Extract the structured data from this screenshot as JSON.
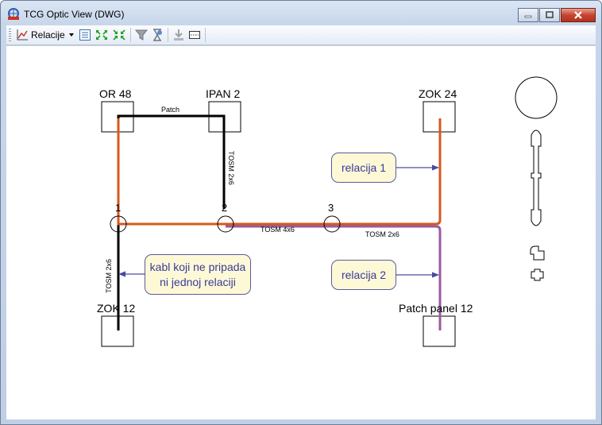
{
  "window": {
    "title": "TCG Optic View (DWG)"
  },
  "toolbar": {
    "relacije_label": "Relacije"
  },
  "diagram": {
    "nodes": {
      "or48": "OR 48",
      "ipan2": "IPAN 2",
      "zok24": "ZOK 24",
      "zok12": "ZOK 12",
      "patch_panel": "Patch panel 12"
    },
    "junctions": {
      "j1": "1",
      "j2": "2",
      "j3": "3"
    },
    "cables": {
      "patch": "Patch",
      "tosm_2x6_top": "TOSM 2x6",
      "tosm_4x6": "TOSM 4x6",
      "tosm_2x6_right": "TOSM 2x6",
      "tosm_2x6_left": "TOSM 2x6"
    },
    "callouts": {
      "relacija1": "relacija 1",
      "relacija2": "relacija 2",
      "kabl_line1": "kabl koji ne pripada",
      "kabl_line2": "ni jednoj relaciji"
    },
    "colors": {
      "relacija1": "#d45a1e",
      "relacija2": "#9b5aa0",
      "unassigned": "#000000",
      "callout_border": "#5a5aa0",
      "callout_fill": "#fdf9d6"
    }
  }
}
